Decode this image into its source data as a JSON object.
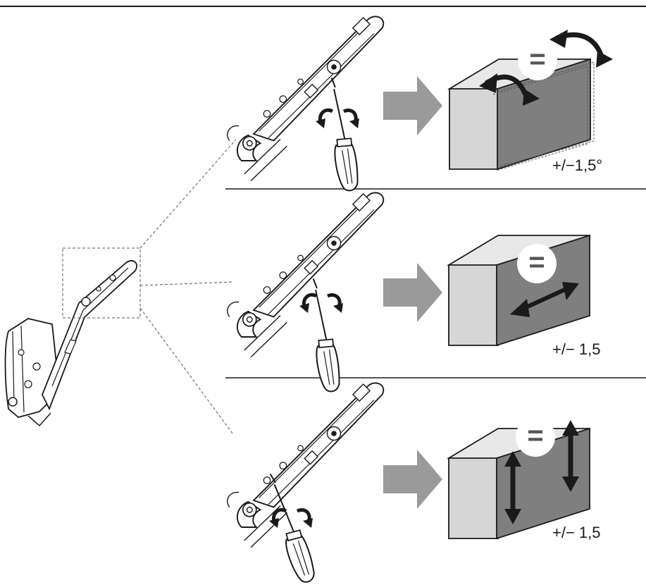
{
  "steps": [
    {
      "id": "rotation",
      "equal_symbol": "=",
      "tolerance": "+/−1,5°",
      "adjustment": "tilt"
    },
    {
      "id": "horizontal",
      "equal_symbol": "=",
      "tolerance": "+/− 1,5",
      "adjustment": "side-to-side"
    },
    {
      "id": "vertical",
      "equal_symbol": "=",
      "tolerance": "+/− 1,5",
      "adjustment": "height"
    }
  ],
  "colors": {
    "line": "#1a1a1a",
    "arrow_gray": "#9a9a9a",
    "panel_front": "#7f7f7f",
    "cabinet_light": "#d9d9d9",
    "cabinet_side": "#c4c4c4"
  },
  "icons": [
    "hinge-overview-icon",
    "hinge-arm-icon",
    "screwdriver-icon",
    "rotate-icon",
    "direction-arrow-icon",
    "cabinet-front-icon"
  ]
}
